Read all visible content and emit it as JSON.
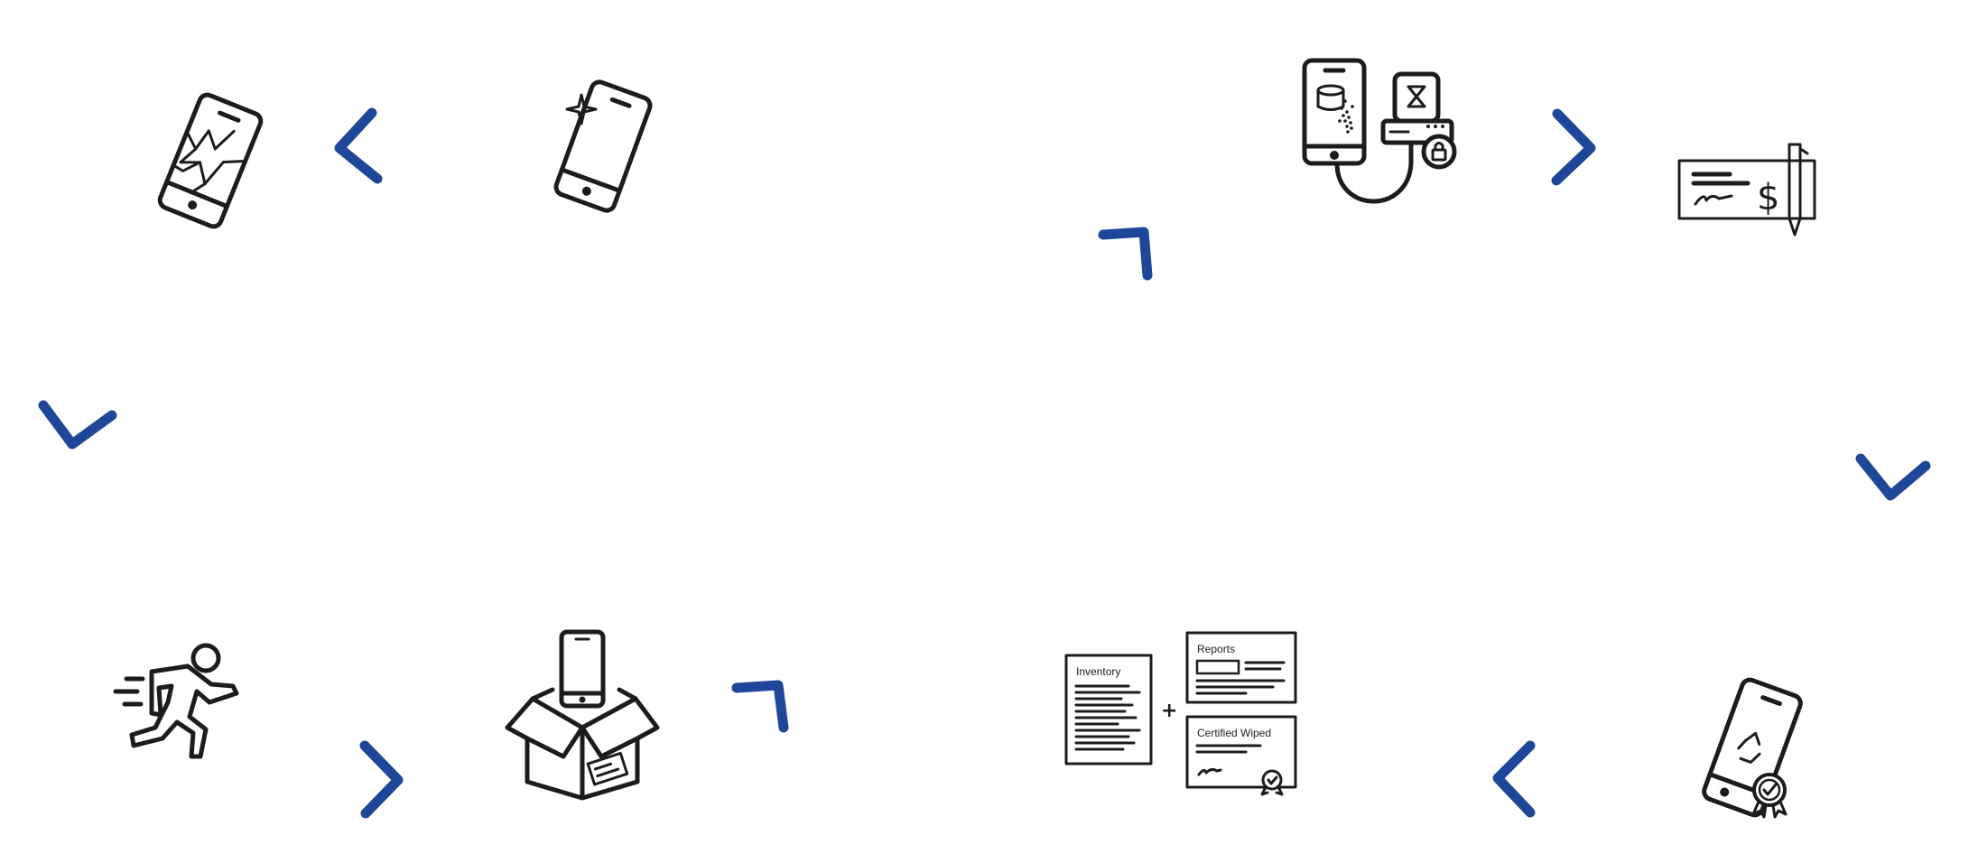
{
  "colors": {
    "arrow": "#1f4799",
    "icon": "#1c1c1c",
    "background": "#ffffff"
  },
  "steps": [
    {
      "id": "broken-phone",
      "icon": "broken-phone-icon"
    },
    {
      "id": "new-phone",
      "icon": "sparkle-phone-icon"
    },
    {
      "id": "data-wipe",
      "icon": "phone-wipe-device-icon"
    },
    {
      "id": "payment",
      "icon": "check-pen-icon"
    },
    {
      "id": "certified-phone",
      "icon": "recycle-certified-phone-icon"
    },
    {
      "id": "documentation",
      "icon": "documents-icon"
    },
    {
      "id": "shipping",
      "icon": "phone-box-icon"
    },
    {
      "id": "pickup",
      "icon": "running-person-icon"
    }
  ],
  "documents": {
    "inventory_label": "Inventory",
    "reports_label": "Reports",
    "certified_label": "Certified Wiped",
    "plus_sign": "+"
  }
}
